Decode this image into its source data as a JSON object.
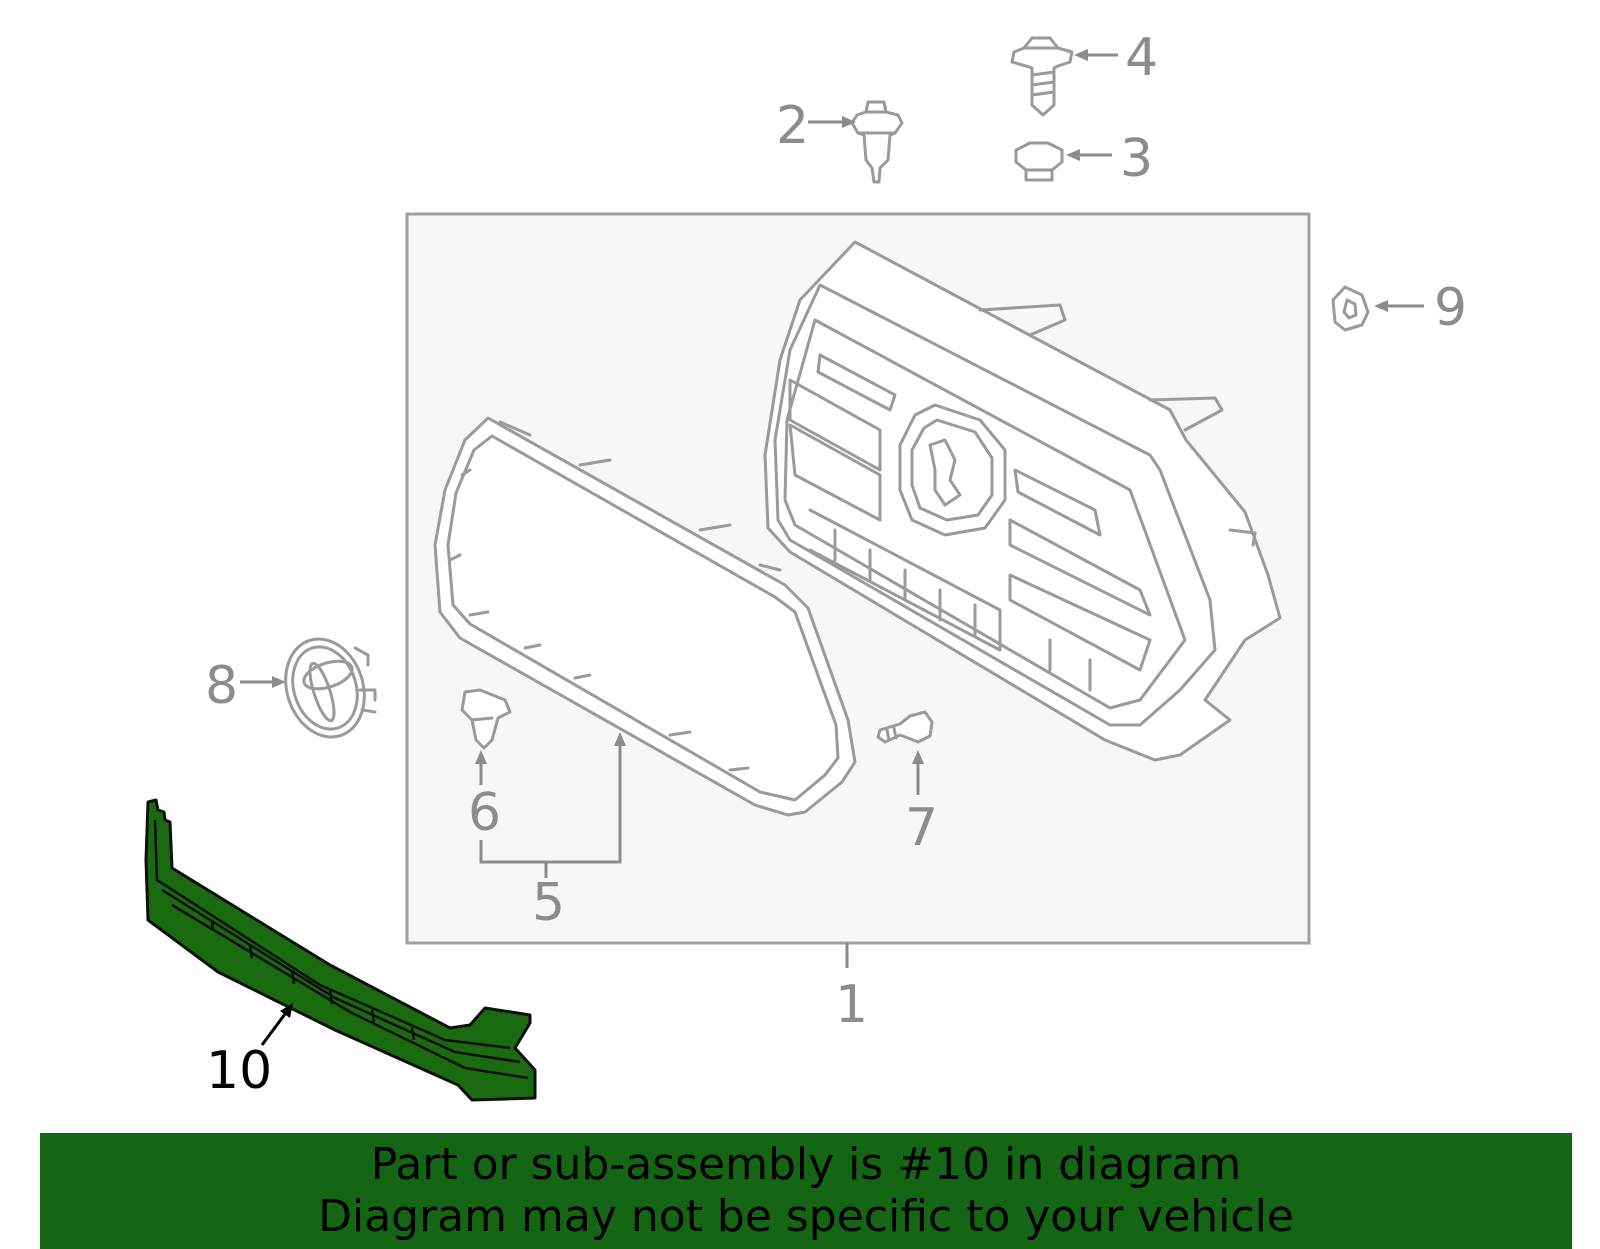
{
  "diagram": {
    "callouts": [
      {
        "id": "1",
        "label": "1"
      },
      {
        "id": "2",
        "label": "2"
      },
      {
        "id": "3",
        "label": "3"
      },
      {
        "id": "4",
        "label": "4"
      },
      {
        "id": "5",
        "label": "5"
      },
      {
        "id": "6",
        "label": "6"
      },
      {
        "id": "7",
        "label": "7"
      },
      {
        "id": "8",
        "label": "8"
      },
      {
        "id": "9",
        "label": "9"
      },
      {
        "id": "10",
        "label": "10",
        "highlighted": true
      }
    ],
    "colors": {
      "highlight_part": "#1a6b10",
      "banner": "#146614",
      "parts_line": "#9a9a9a",
      "callout_text": "#8c8c8c",
      "assembly_box": "#f7f7f7"
    }
  },
  "banner": {
    "line1": "Part or sub-assembly is #10 in diagram",
    "line2": "Diagram may not be specific to your vehicle"
  }
}
